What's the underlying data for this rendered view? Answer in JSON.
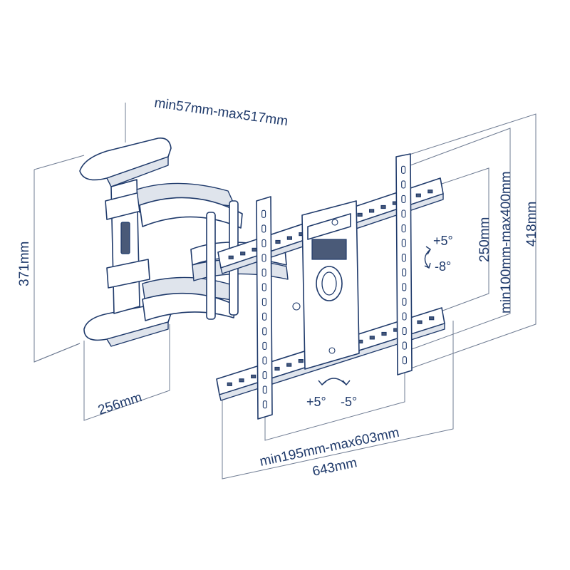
{
  "dimensions": {
    "arm_extension": "min57mm-max517mm",
    "arm_height": "371mm",
    "arm_depth": "256mm",
    "vesa_vertical": "min100mm-max400mm",
    "plate_height": "418mm",
    "rail_height": "250mm",
    "vesa_horizontal": "min195mm-max603mm",
    "plate_width": "643mm"
  },
  "tilt": {
    "up": "+5°",
    "down": "-8°"
  },
  "swivel": {
    "left": "+5°",
    "right": "-5°"
  },
  "colors": {
    "ink": "#1f3a6b",
    "extension_line": "#6f7c93",
    "fill": "#dfe4ec"
  }
}
